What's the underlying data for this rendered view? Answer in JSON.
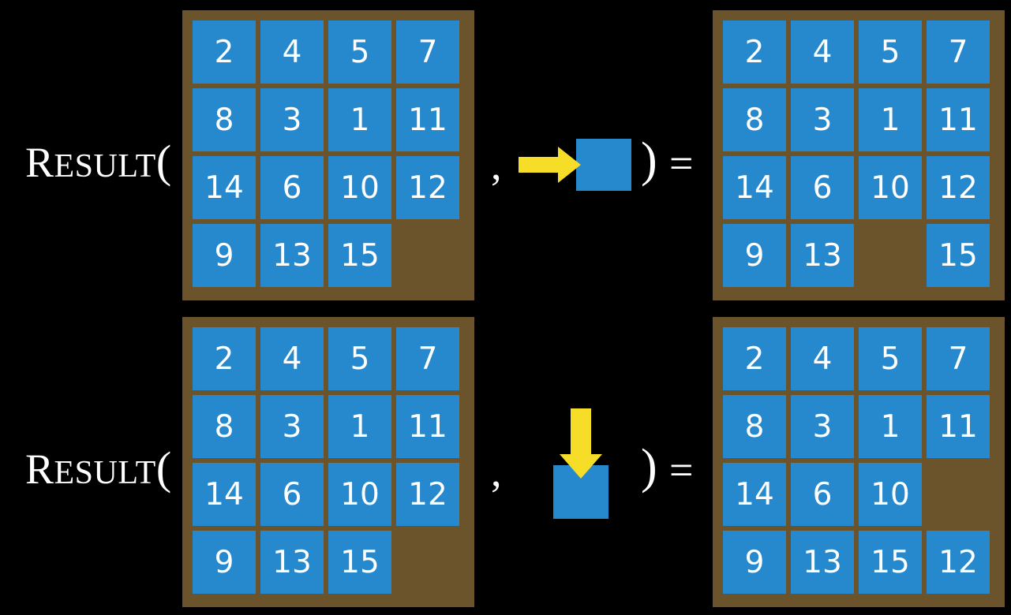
{
  "page": {
    "background_color": "#000000",
    "board_color": "#6b532c",
    "tile_color": "#2689ce",
    "tile_text_color": "#ffffff",
    "arrow_color": "#f5dd28",
    "text_color": "#ffffff"
  },
  "rows": [
    {
      "label": {
        "first_letter": "R",
        "rest": "ESULT",
        "open_paren": "("
      },
      "comma": ",",
      "close_paren": ")",
      "equals": "=",
      "operand": {
        "icon": "arrow-right-icon",
        "direction": "right",
        "tile_label": ""
      },
      "input_board": {
        "name": "input-board-row-1",
        "grid": [
          [
            "2",
            "4",
            "5",
            "7"
          ],
          [
            "8",
            "3",
            "1",
            "11"
          ],
          [
            "14",
            "6",
            "10",
            "12"
          ],
          [
            "9",
            "13",
            "15",
            ""
          ]
        ]
      },
      "output_board": {
        "name": "output-board-row-1",
        "grid": [
          [
            "2",
            "4",
            "5",
            "7"
          ],
          [
            "8",
            "3",
            "1",
            "11"
          ],
          [
            "14",
            "6",
            "10",
            "12"
          ],
          [
            "9",
            "13",
            "",
            "15"
          ]
        ]
      }
    },
    {
      "label": {
        "first_letter": "R",
        "rest": "ESULT",
        "open_paren": "("
      },
      "comma": ",",
      "close_paren": ")",
      "equals": "=",
      "operand": {
        "icon": "arrow-down-icon",
        "direction": "down",
        "tile_label": ""
      },
      "input_board": {
        "name": "input-board-row-2",
        "grid": [
          [
            "2",
            "4",
            "5",
            "7"
          ],
          [
            "8",
            "3",
            "1",
            "11"
          ],
          [
            "14",
            "6",
            "10",
            "12"
          ],
          [
            "9",
            "13",
            "15",
            ""
          ]
        ]
      },
      "output_board": {
        "name": "output-board-row-2",
        "grid": [
          [
            "2",
            "4",
            "5",
            "7"
          ],
          [
            "8",
            "3",
            "1",
            "11"
          ],
          [
            "14",
            "6",
            "10",
            ""
          ],
          [
            "9",
            "13",
            "15",
            "12"
          ]
        ]
      }
    }
  ]
}
